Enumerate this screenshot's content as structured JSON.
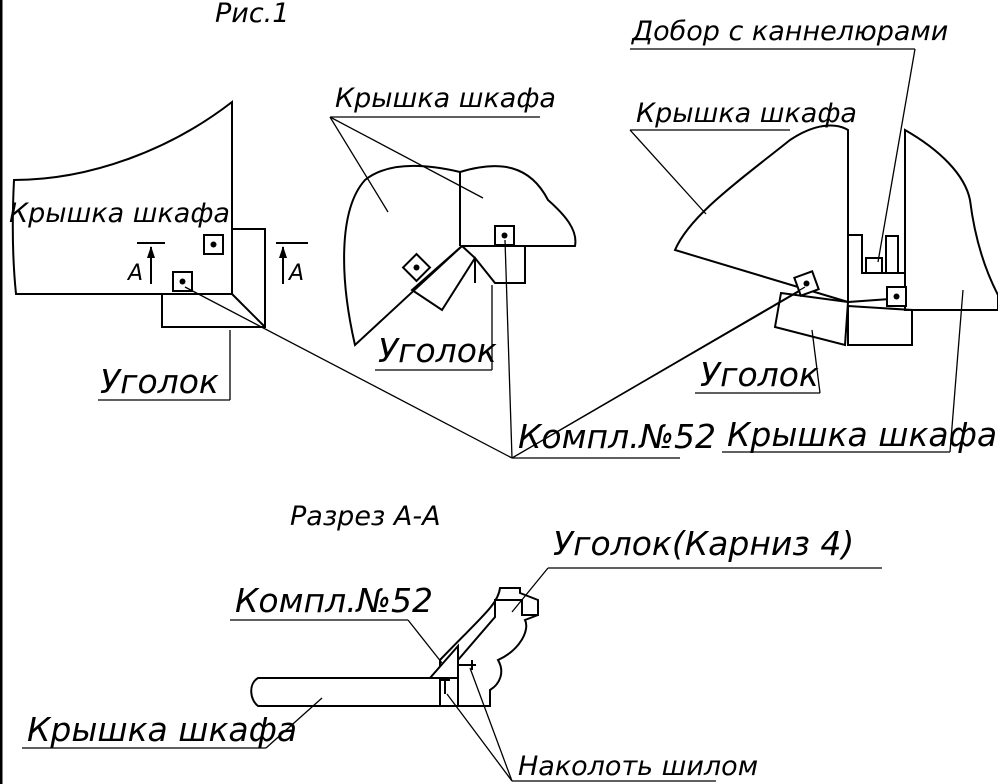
{
  "figure_title": "Рис.1",
  "labels": {
    "lid_a": "Крышка шкафа",
    "lid_b": "Крышка шкафа",
    "lid_c": "Крышка шкафа",
    "lid_d": "Крышка шкафа",
    "lid_e": "Крышка шкафа",
    "corner_a": "Уголок",
    "corner_b": "Уголок",
    "corner_c": "Уголок",
    "filler": "Добор с каннелюрами",
    "kit_main": "Компл.№52",
    "kit_section": "Компл.№52",
    "section_title": "Разрез А-А",
    "corner_cornice": "Уголок(Карниз 4)",
    "awl_note": "Наколоть шилом",
    "section_mark_left": "А",
    "section_mark_right": "А"
  }
}
